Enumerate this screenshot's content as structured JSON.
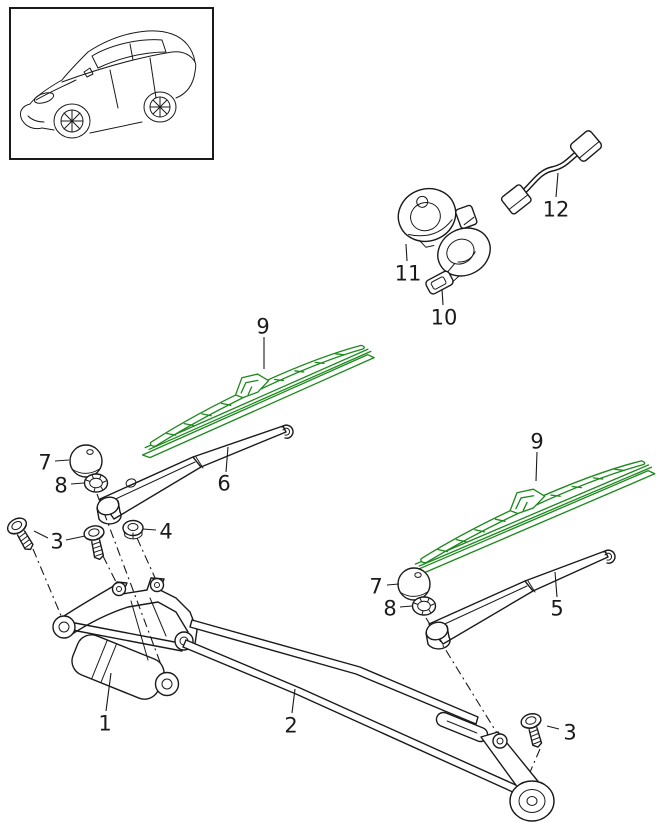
{
  "colors": {
    "background": "#ffffff",
    "line": "#1a1a1a",
    "highlight": "#1e8a1e"
  },
  "vehicle_thumbnail": {
    "description": "car-line-drawing"
  },
  "callouts": [
    {
      "name": "wiper-motor-and-bracket",
      "label": "1"
    },
    {
      "name": "wiper-linkage",
      "label": "2"
    },
    {
      "name": "screws-left",
      "label": "3"
    },
    {
      "name": "screw-bottom-right",
      "label": "3"
    },
    {
      "name": "hex-nut",
      "label": "4"
    },
    {
      "name": "wiper-arm-right",
      "label": "5"
    },
    {
      "name": "wiper-arm-left",
      "label": "6"
    },
    {
      "name": "cap-left",
      "label": "7"
    },
    {
      "name": "cap-right",
      "label": "7"
    },
    {
      "name": "nut-left",
      "label": "8"
    },
    {
      "name": "nut-right",
      "label": "8"
    },
    {
      "name": "wiper-blade-left",
      "label": "9"
    },
    {
      "name": "wiper-blade-right",
      "label": "9"
    },
    {
      "name": "washer-nozzle",
      "label": "10"
    },
    {
      "name": "cover-cap",
      "label": "11"
    },
    {
      "name": "wiring-harness",
      "label": "12"
    }
  ]
}
